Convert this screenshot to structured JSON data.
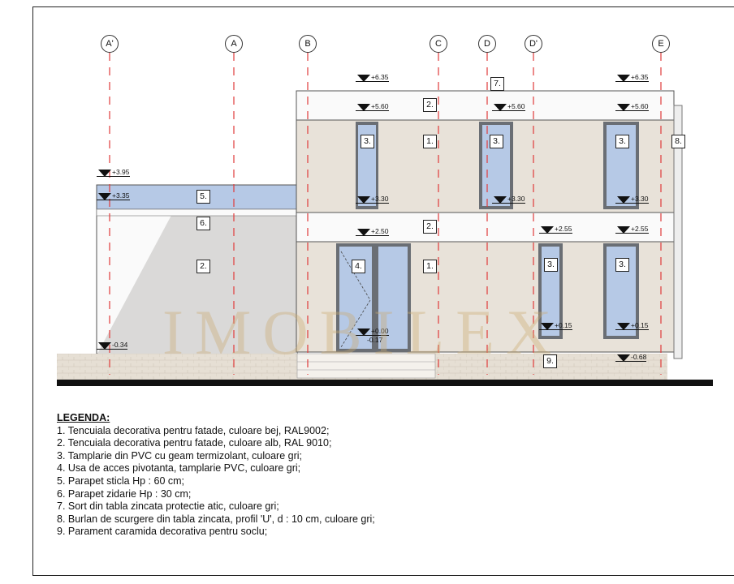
{
  "axes": [
    "A'",
    "A",
    "B",
    "C",
    "D",
    "D'",
    "E"
  ],
  "elevations": {
    "e635_left": "+6.35",
    "e635_right": "+6.35",
    "e560_left": "+5.60",
    "e560_mid": "+5.60",
    "e560_right": "+5.60",
    "e395": "+3.95",
    "e335": "+3.35",
    "e330_a": "+3.30",
    "e330_b": "+3.30",
    "e330_c": "+3.30",
    "e250": "+2.50",
    "e255_a": "+2.55",
    "e255_b": "+2.55",
    "e000": "+0.00",
    "e017": "-0.17",
    "e015_a": "+0.15",
    "e015_b": "+0.15",
    "em034": "-0.34",
    "em068": "-0.68"
  },
  "tags": {
    "t7": "7.",
    "t2_top": "2.",
    "t3_w1": "3.",
    "t1_upper": "1.",
    "t3_w2": "3.",
    "t3_w3": "3.",
    "t8": "8.",
    "t5": "5.",
    "t6": "6.",
    "t2_band": "2.",
    "t2_left": "2.",
    "t4": "4.",
    "t1_lower": "1.",
    "t3_w4": "3.",
    "t3_w5": "3.",
    "t9": "9."
  },
  "colors": {
    "beige": "#e8e2d9",
    "white_render": "#fafafa",
    "glass": "#b6c9e6",
    "frame": "#6a6e74",
    "brick": "#e4ddd2",
    "axis_red": "#e03a3a"
  },
  "watermark": "IMOBILEX",
  "legend": {
    "title": "LEGENDA:",
    "items": [
      "1. Tencuiala decorativa pentru fatade, culoare bej, RAL9002;",
      "2. Tencuiala decorativa pentru fatade, culoare alb, RAL 9010;",
      "3. Tamplarie din PVC cu geam termizolant, culoare gri;",
      "4. Usa de acces pivotanta, tamplarie PVC, culoare gri;",
      "5. Parapet sticla Hp : 60 cm;",
      "6. Parapet zidarie Hp : 30 cm;",
      "7. Sort din tabla zincata protectie atic, culoare gri;",
      "8. Burlan de scurgere din tabla zincata, profil 'U', d : 10 cm, culoare gri;",
      "9. Parament caramida decorativa pentru soclu;"
    ]
  }
}
